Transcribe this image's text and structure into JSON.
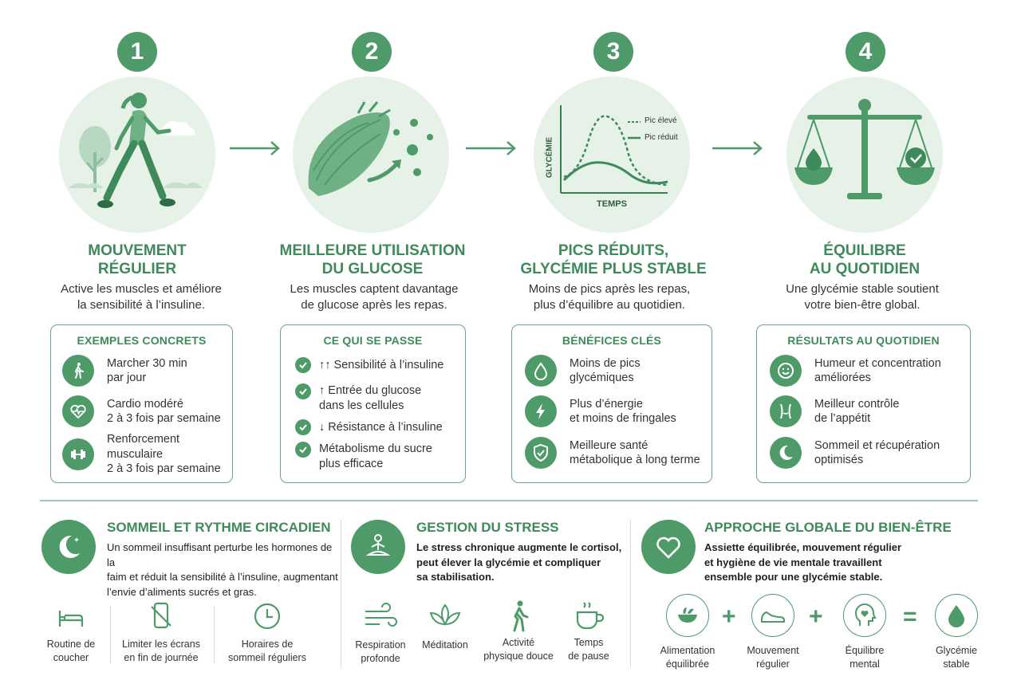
{
  "steps": [
    {
      "num": "1",
      "title1": "MOUVEMENT",
      "title2": "RÉGULIER",
      "desc1": "Active les muscles et améliore",
      "desc2": "la sensibilité à l’insuline.",
      "box_title": "EXEMPLES CONCRETS",
      "items": [
        {
          "l1": "Marcher 30 min",
          "l2": "par jour",
          "icon": "walking-icon"
        },
        {
          "l1": "Cardio modéré",
          "l2": "2 à 3 fois par semaine",
          "icon": "heart-pulse-icon"
        },
        {
          "l1": "Renforcement",
          "l2": "musculaire",
          "l3": "2 à 3 fois par semaine",
          "icon": "dumbbell-icon"
        }
      ]
    },
    {
      "num": "2",
      "title1": "MEILLEURE UTILISATION",
      "title2": "DU GLUCOSE",
      "desc1": "Les muscles captent davantage",
      "desc2": "de glucose après les repas.",
      "box_title": "CE QUI SE PASSE",
      "items": [
        {
          "l1": "↑↑ Sensibilité à l’insuline"
        },
        {
          "l1": "↑ Entrée du glucose",
          "l2": "dans les cellules"
        },
        {
          "l1": "↓ Résistance à l’insuline"
        },
        {
          "l1": "Métabolisme du sucre",
          "l2": "plus efficace"
        }
      ]
    },
    {
      "num": "3",
      "title1": "PICS RÉDUITS,",
      "title2": "GLYCÉMIE PLUS STABLE",
      "desc1": "Moins de pics après les repas,",
      "desc2": "plus d’équilibre au quotidien.",
      "box_title": "BÉNÉFICES CLÉS",
      "items": [
        {
          "l1": "Moins de pics",
          "l2": "glycémiques",
          "icon": "drop-icon"
        },
        {
          "l1": "Plus d’énergie",
          "l2": "et moins de fringales",
          "icon": "lightning-icon"
        },
        {
          "l1": "Meilleure santé",
          "l2": "métabolique à long terme",
          "icon": "shield-check-icon"
        }
      ]
    },
    {
      "num": "4",
      "title1": "ÉQUILIBRE",
      "title2": "AU QUOTIDIEN",
      "desc1": "Une glycémie stable soutient",
      "desc2": "votre bien-être global.",
      "box_title": "RÉSULTATS AU QUOTIDIEN",
      "items": [
        {
          "l1": "Humeur et concentration",
          "l2": "améliorées",
          "icon": "smile-icon"
        },
        {
          "l1": "Meilleur contrôle",
          "l2": "de l’appétit",
          "icon": "waist-icon"
        },
        {
          "l1": "Sommeil et récupération",
          "l2": "optimisés",
          "icon": "moon-icon"
        }
      ]
    }
  ],
  "graph": {
    "ylabel": "GLYCÉMIE",
    "xlabel": "TEMPS",
    "legend_high": "Pic élevé",
    "legend_low": "Pic réduit"
  },
  "bottom": {
    "sleep": {
      "title": "SOMMEIL ET RYTHME CIRCADIEN",
      "d1": "Un sommeil insuffisant perturbe les hormones de la",
      "d2": "faim et réduit la sensibilité à l’insuline, augmentant",
      "d3": "l’envie d’aliments sucrés et gras.",
      "tips": [
        {
          "l1": "Routine de",
          "l2": "coucher"
        },
        {
          "l1": "Limiter les écrans",
          "l2": "en fin de journée"
        },
        {
          "l1": "Horaires de",
          "l2": "sommeil réguliers"
        }
      ]
    },
    "stress": {
      "title": "GESTION DU STRESS",
      "d1": "Le stress chronique augmente le cortisol,",
      "d2": "peut élever la glycémie et compliquer",
      "d3": "sa stabilisation.",
      "tips": [
        {
          "l1": "Respiration",
          "l2": "profonde"
        },
        {
          "l1": "Méditation"
        },
        {
          "l1": "Activité",
          "l2": "physique douce"
        },
        {
          "l1": "Temps",
          "l2": "de pause"
        }
      ]
    },
    "global": {
      "title": "APPROCHE GLOBALE DU BIEN-ÊTRE",
      "d1": "Assiette équilibrée, mouvement régulier",
      "d2": "et hygiène de vie mentale travaillent",
      "d3": "ensemble pour une glycémie stable.",
      "eq": [
        {
          "l1": "Alimentation",
          "l2": "équilibrée"
        },
        {
          "l1": "Mouvement",
          "l2": "régulier"
        },
        {
          "l1": "Équilibre",
          "l2": "mental"
        },
        {
          "l1": "Glycémie",
          "l2": "stable"
        }
      ],
      "plus": "+",
      "equals": "="
    }
  },
  "colors": {
    "green": "#4e9a68",
    "title_green": "#3f8a5a",
    "light": "#e6f1e8"
  }
}
